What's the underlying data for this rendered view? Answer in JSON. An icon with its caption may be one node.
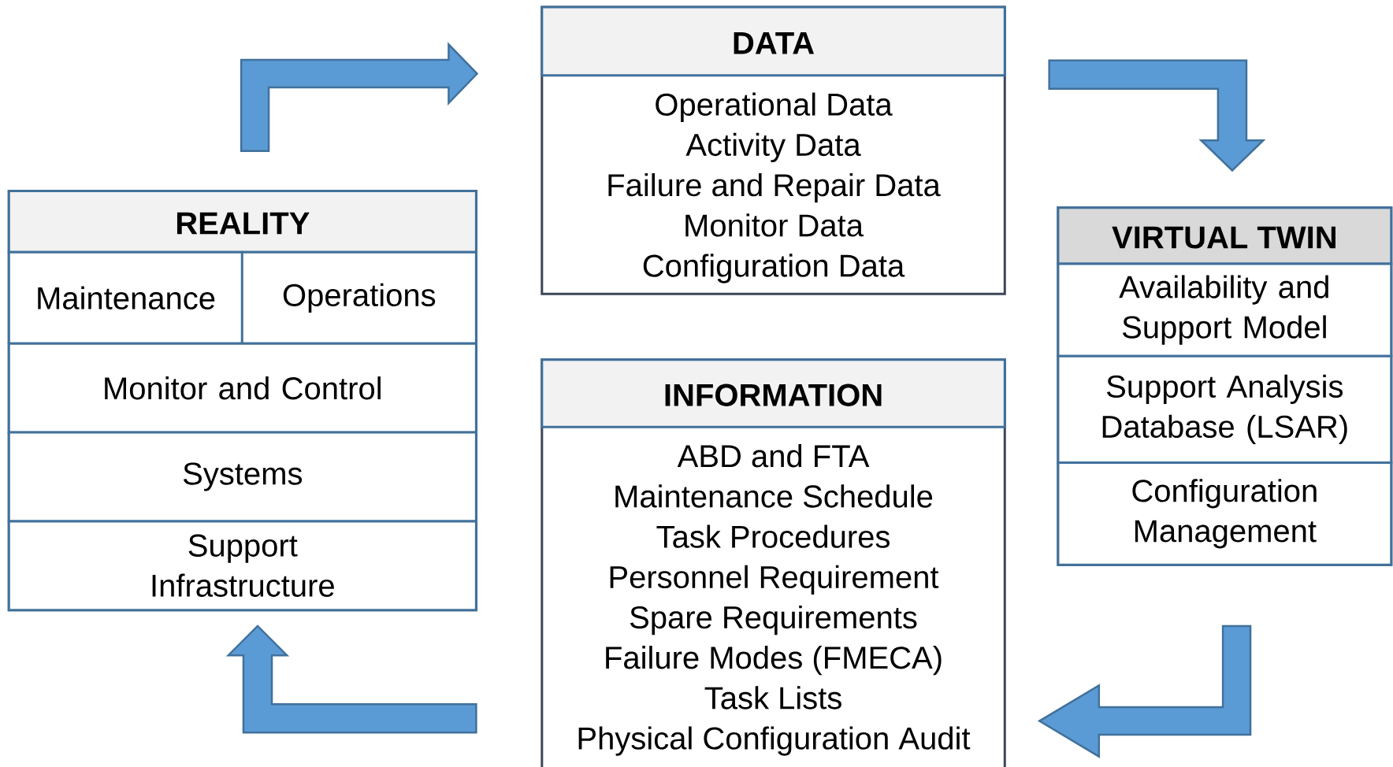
{
  "diagram": {
    "nodes": [
      {
        "text": [
          "REALITY"
        ]
      },
      {
        "text": [
          "Maintenance"
        ],
        "in": 0
      },
      {
        "text": [
          "Operations"
        ],
        "in": 0
      },
      {
        "text": [
          "Monitor and Control"
        ],
        "in": 0
      },
      {
        "text": [
          "Systems"
        ],
        "in": 0
      },
      {
        "text": [
          "Support Infrastructure"
        ],
        "in": 0
      },
      {
        "text": [
          "DATA",
          "Operational Data",
          "Activity Data",
          "Failure and Repair Data",
          "Monitor Data",
          "Configuration Data"
        ]
      },
      {
        "text": [
          "VIRTUAL TWIN"
        ]
      },
      {
        "text": [
          "Availability and Support Model"
        ],
        "in": 7
      },
      {
        "text": [
          "Support Analysis Database (LSAR)"
        ],
        "in": 7
      },
      {
        "text": [
          "Configuration Management"
        ],
        "in": 7
      },
      {
        "text": [
          "INFORMATION",
          "ABD and FTA",
          "Maintenance Schedule",
          "Task Procedures",
          "Personnel Requirement",
          "Spare Requirements",
          "Failure Modes (FMECA)",
          "Task Lists",
          "Physical Configuration Audit"
        ]
      }
    ],
    "edges": [
      {
        "from": 0,
        "to": 6,
        "arrow": "to"
      },
      {
        "from": 6,
        "to": 7,
        "arrow": "to"
      },
      {
        "from": 7,
        "to": 11,
        "arrow": "to"
      },
      {
        "from": 11,
        "to": 0,
        "arrow": "to"
      }
    ]
  }
}
